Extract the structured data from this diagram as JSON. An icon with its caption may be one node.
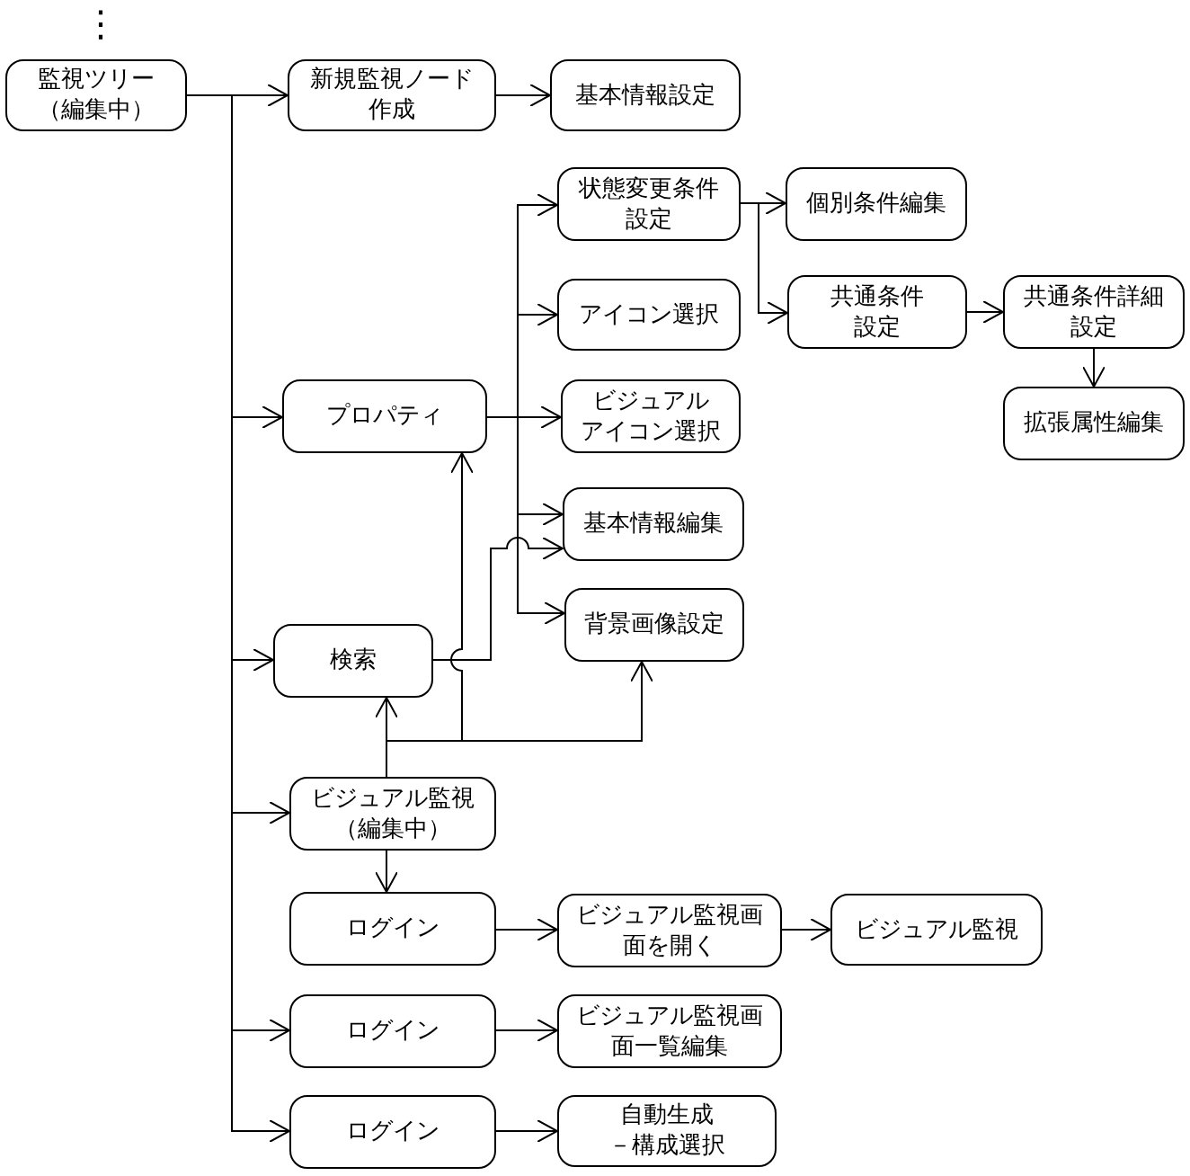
{
  "diagram": {
    "nodes": [
      {
        "text": [
          "監視ツリー（編集中）"
        ]
      },
      {
        "text": [
          "新規監視ノード作成"
        ]
      },
      {
        "text": [
          "基本情報設定"
        ]
      },
      {
        "text": [
          "状態変更条件設定"
        ]
      },
      {
        "text": [
          "アイコン選択"
        ]
      },
      {
        "text": [
          "プロパティ"
        ]
      },
      {
        "text": [
          "ビジュアルアイコン選択"
        ]
      },
      {
        "text": [
          "基本情報編集"
        ]
      },
      {
        "text": [
          "背景画像設定"
        ]
      },
      {
        "text": [
          "検索"
        ]
      },
      {
        "text": [
          "ビジュアル監視（編集中）"
        ]
      },
      {
        "text": [
          "ログイン"
        ]
      },
      {
        "text": [
          "ビジュアル監視画面を開く"
        ]
      },
      {
        "text": [
          "ビジュアル監視"
        ]
      },
      {
        "text": [
          "ログイン"
        ]
      },
      {
        "text": [
          "ビジュアル監視画面一覧編集"
        ]
      },
      {
        "text": [
          "ログイン"
        ]
      },
      {
        "text": [
          "自動生成－構成選択"
        ]
      },
      {
        "text": [
          "個別条件編集"
        ]
      },
      {
        "text": [
          "共通条件設定"
        ]
      },
      {
        "text": [
          "共通条件詳細設定"
        ]
      },
      {
        "text": [
          "拡張属性編集"
        ]
      }
    ],
    "edges": [
      {
        "from": 0,
        "to": 1,
        "arrow": "to"
      },
      {
        "from": 1,
        "to": 2,
        "arrow": "to"
      },
      {
        "from": 0,
        "to": 5,
        "arrow": "to"
      },
      {
        "from": 0,
        "to": 9,
        "arrow": "to"
      },
      {
        "from": 0,
        "to": 10,
        "arrow": "to"
      },
      {
        "from": 0,
        "to": 14,
        "arrow": "to"
      },
      {
        "from": 0,
        "to": 16,
        "arrow": "to"
      },
      {
        "from": 5,
        "to": 3,
        "arrow": "to"
      },
      {
        "from": 5,
        "to": 4,
        "arrow": "to"
      },
      {
        "from": 5,
        "to": 6,
        "arrow": "to"
      },
      {
        "from": 5,
        "to": 7,
        "arrow": "to"
      },
      {
        "from": 5,
        "to": 8,
        "arrow": "to"
      },
      {
        "from": 9,
        "to": 7,
        "arrow": "to"
      },
      {
        "from": 10,
        "to": 9,
        "arrow": "to"
      },
      {
        "from": 10,
        "to": 5,
        "arrow": "to"
      },
      {
        "from": 10,
        "to": 8,
        "arrow": "to"
      },
      {
        "from": 10,
        "to": 11,
        "arrow": "to"
      },
      {
        "from": 11,
        "to": 12,
        "arrow": "to"
      },
      {
        "from": 12,
        "to": 13,
        "arrow": "to"
      },
      {
        "from": 14,
        "to": 15,
        "arrow": "to"
      },
      {
        "from": 16,
        "to": 17,
        "arrow": "to"
      },
      {
        "from": 3,
        "to": 18,
        "arrow": "to"
      },
      {
        "from": 3,
        "to": 19,
        "arrow": "to"
      },
      {
        "from": 19,
        "to": 20,
        "arrow": "to"
      },
      {
        "from": 20,
        "to": 21,
        "arrow": "to"
      }
    ],
    "labels": [
      "⋮"
    ]
  }
}
